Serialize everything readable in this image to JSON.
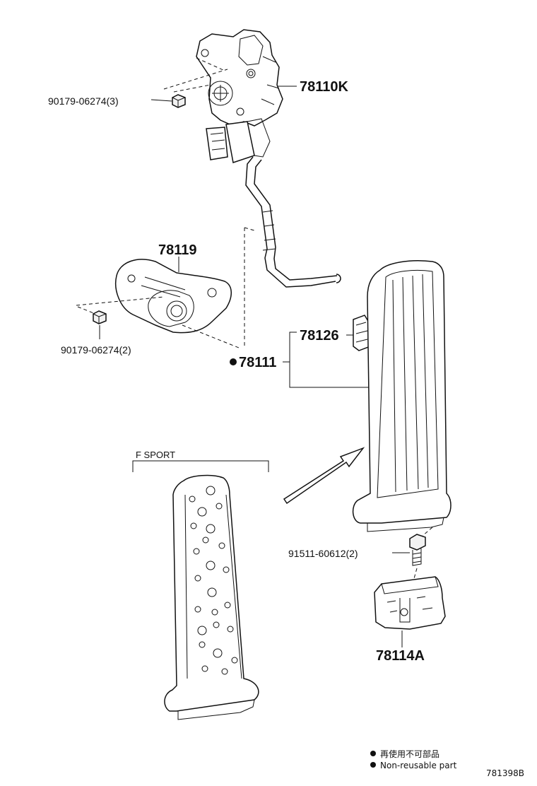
{
  "labels": {
    "p78110K": "78110K",
    "p90179_a": "90179-06274(3)",
    "p78119": "78119",
    "p90179_b": "90179-06274(2)",
    "p78126": "78126",
    "p78111": "78111",
    "sport": "F SPORT",
    "p91511": "91511-60612(2)",
    "p78114A": "78114A"
  },
  "legend": {
    "jp": "再使用不可部品",
    "en": "Non-reusable part"
  },
  "diagram_code": "781398B"
}
